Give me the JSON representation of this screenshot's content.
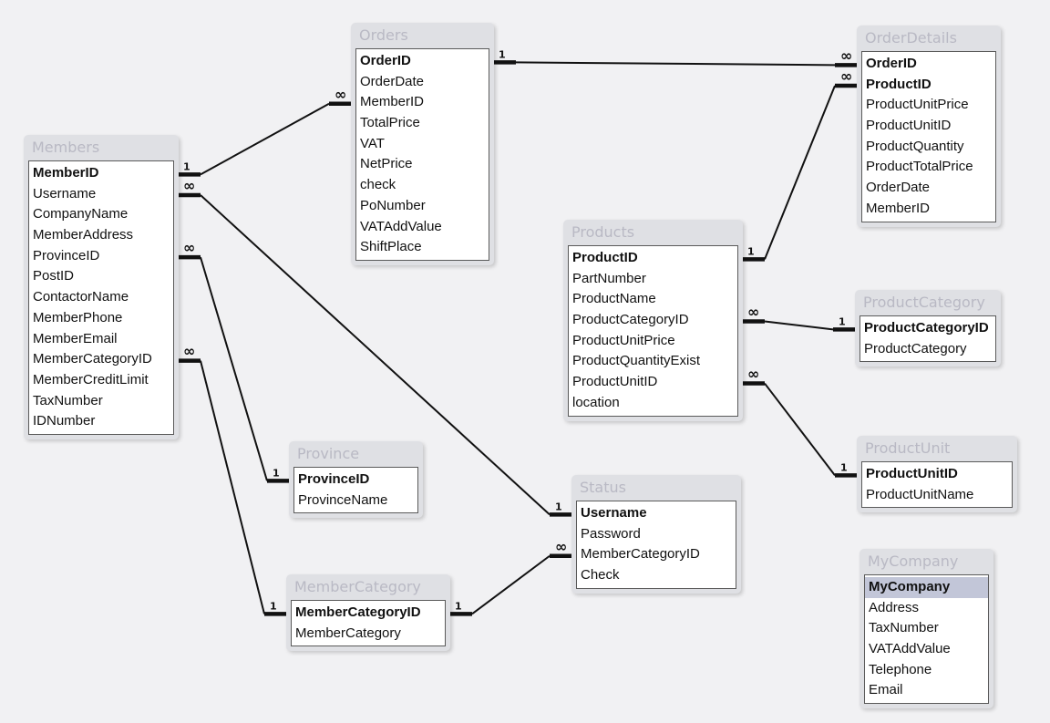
{
  "diagram": {
    "tables": [
      {
        "id": "members",
        "title": "Members",
        "fields": [
          {
            "name": "MemberID",
            "pk": true
          },
          {
            "name": "Username"
          },
          {
            "name": "CompanyName"
          },
          {
            "name": "MemberAddress"
          },
          {
            "name": "ProvinceID"
          },
          {
            "name": "PostID"
          },
          {
            "name": "ContactorName"
          },
          {
            "name": "MemberPhone"
          },
          {
            "name": "MemberEmail"
          },
          {
            "name": "MemberCategoryID"
          },
          {
            "name": "MemberCreditLimit"
          },
          {
            "name": "TaxNumber"
          },
          {
            "name": "IDNumber"
          }
        ]
      },
      {
        "id": "orders",
        "title": "Orders",
        "fields": [
          {
            "name": "OrderID",
            "pk": true
          },
          {
            "name": "OrderDate"
          },
          {
            "name": "MemberID"
          },
          {
            "name": "TotalPrice"
          },
          {
            "name": "VAT"
          },
          {
            "name": "NetPrice"
          },
          {
            "name": "check"
          },
          {
            "name": "PoNumber"
          },
          {
            "name": "VATAddValue"
          },
          {
            "name": "ShiftPlace"
          }
        ]
      },
      {
        "id": "orderdetails",
        "title": "OrderDetails",
        "fields": [
          {
            "name": "OrderID",
            "pk": true
          },
          {
            "name": "ProductID",
            "pk": true
          },
          {
            "name": "ProductUnitPrice"
          },
          {
            "name": "ProductUnitID"
          },
          {
            "name": "ProductQuantity"
          },
          {
            "name": "ProductTotalPrice"
          },
          {
            "name": "OrderDate"
          },
          {
            "name": "MemberID"
          }
        ]
      },
      {
        "id": "products",
        "title": "Products",
        "fields": [
          {
            "name": "ProductID",
            "pk": true
          },
          {
            "name": "PartNumber"
          },
          {
            "name": "ProductName"
          },
          {
            "name": "ProductCategoryID"
          },
          {
            "name": "ProductUnitPrice"
          },
          {
            "name": "ProductQuantityExist"
          },
          {
            "name": "ProductUnitID"
          },
          {
            "name": "location"
          }
        ]
      },
      {
        "id": "productcategory",
        "title": "ProductCategory",
        "fields": [
          {
            "name": "ProductCategoryID",
            "pk": true
          },
          {
            "name": "ProductCategory"
          }
        ]
      },
      {
        "id": "productunit",
        "title": "ProductUnit",
        "fields": [
          {
            "name": "ProductUnitID",
            "pk": true
          },
          {
            "name": "ProductUnitName"
          }
        ]
      },
      {
        "id": "province",
        "title": "Province",
        "fields": [
          {
            "name": "ProvinceID",
            "pk": true
          },
          {
            "name": "ProvinceName"
          }
        ]
      },
      {
        "id": "status",
        "title": "Status",
        "fields": [
          {
            "name": "Username",
            "pk": true
          },
          {
            "name": "Password"
          },
          {
            "name": "MemberCategoryID"
          },
          {
            "name": "Check"
          }
        ]
      },
      {
        "id": "membercategory",
        "title": "MemberCategory",
        "fields": [
          {
            "name": "MemberCategoryID",
            "pk": true
          },
          {
            "name": "MemberCategory"
          }
        ]
      },
      {
        "id": "mycompany",
        "title": "MyCompany",
        "fields": [
          {
            "name": "MyCompany",
            "pk": true,
            "selected": true
          },
          {
            "name": "Address"
          },
          {
            "name": "TaxNumber"
          },
          {
            "name": "VATAddValue"
          },
          {
            "name": "Telephone"
          },
          {
            "name": "Email"
          }
        ]
      }
    ],
    "relationships": [
      {
        "id": "orders-orderdetails",
        "one": "Orders.OrderID",
        "many": "OrderDetails.OrderID",
        "one_label": "1",
        "many_label": "∞"
      },
      {
        "id": "members-orders",
        "one": "Members.MemberID",
        "many": "Orders.MemberID",
        "one_label": "1",
        "many_label": "∞"
      },
      {
        "id": "products-orderdetails",
        "one": "Products.ProductID",
        "many": "OrderDetails.ProductID",
        "one_label": "1",
        "many_label": "∞"
      },
      {
        "id": "productcategory-products",
        "one": "ProductCategory.ProductCategoryID",
        "many": "Products.ProductCategoryID",
        "one_label": "1",
        "many_label": "∞"
      },
      {
        "id": "productunit-products",
        "one": "ProductUnit.ProductUnitID",
        "many": "Products.ProductUnitID",
        "one_label": "1",
        "many_label": "∞"
      },
      {
        "id": "status-members",
        "one": "Status.Username",
        "many": "Members.Username",
        "one_label": "1",
        "many_label": "∞"
      },
      {
        "id": "province-members",
        "one": "Province.ProvinceID",
        "many": "Members.ProvinceID",
        "one_label": "1",
        "many_label": "∞"
      },
      {
        "id": "membercategory-members",
        "one": "MemberCategory.MemberCategoryID",
        "many": "Members.MemberCategoryID",
        "one_label": "1",
        "many_label": "∞"
      },
      {
        "id": "membercategory-status",
        "one": "MemberCategory.MemberCategoryID",
        "many": "Status.MemberCategoryID",
        "one_label": "1",
        "many_label": "∞"
      }
    ]
  }
}
